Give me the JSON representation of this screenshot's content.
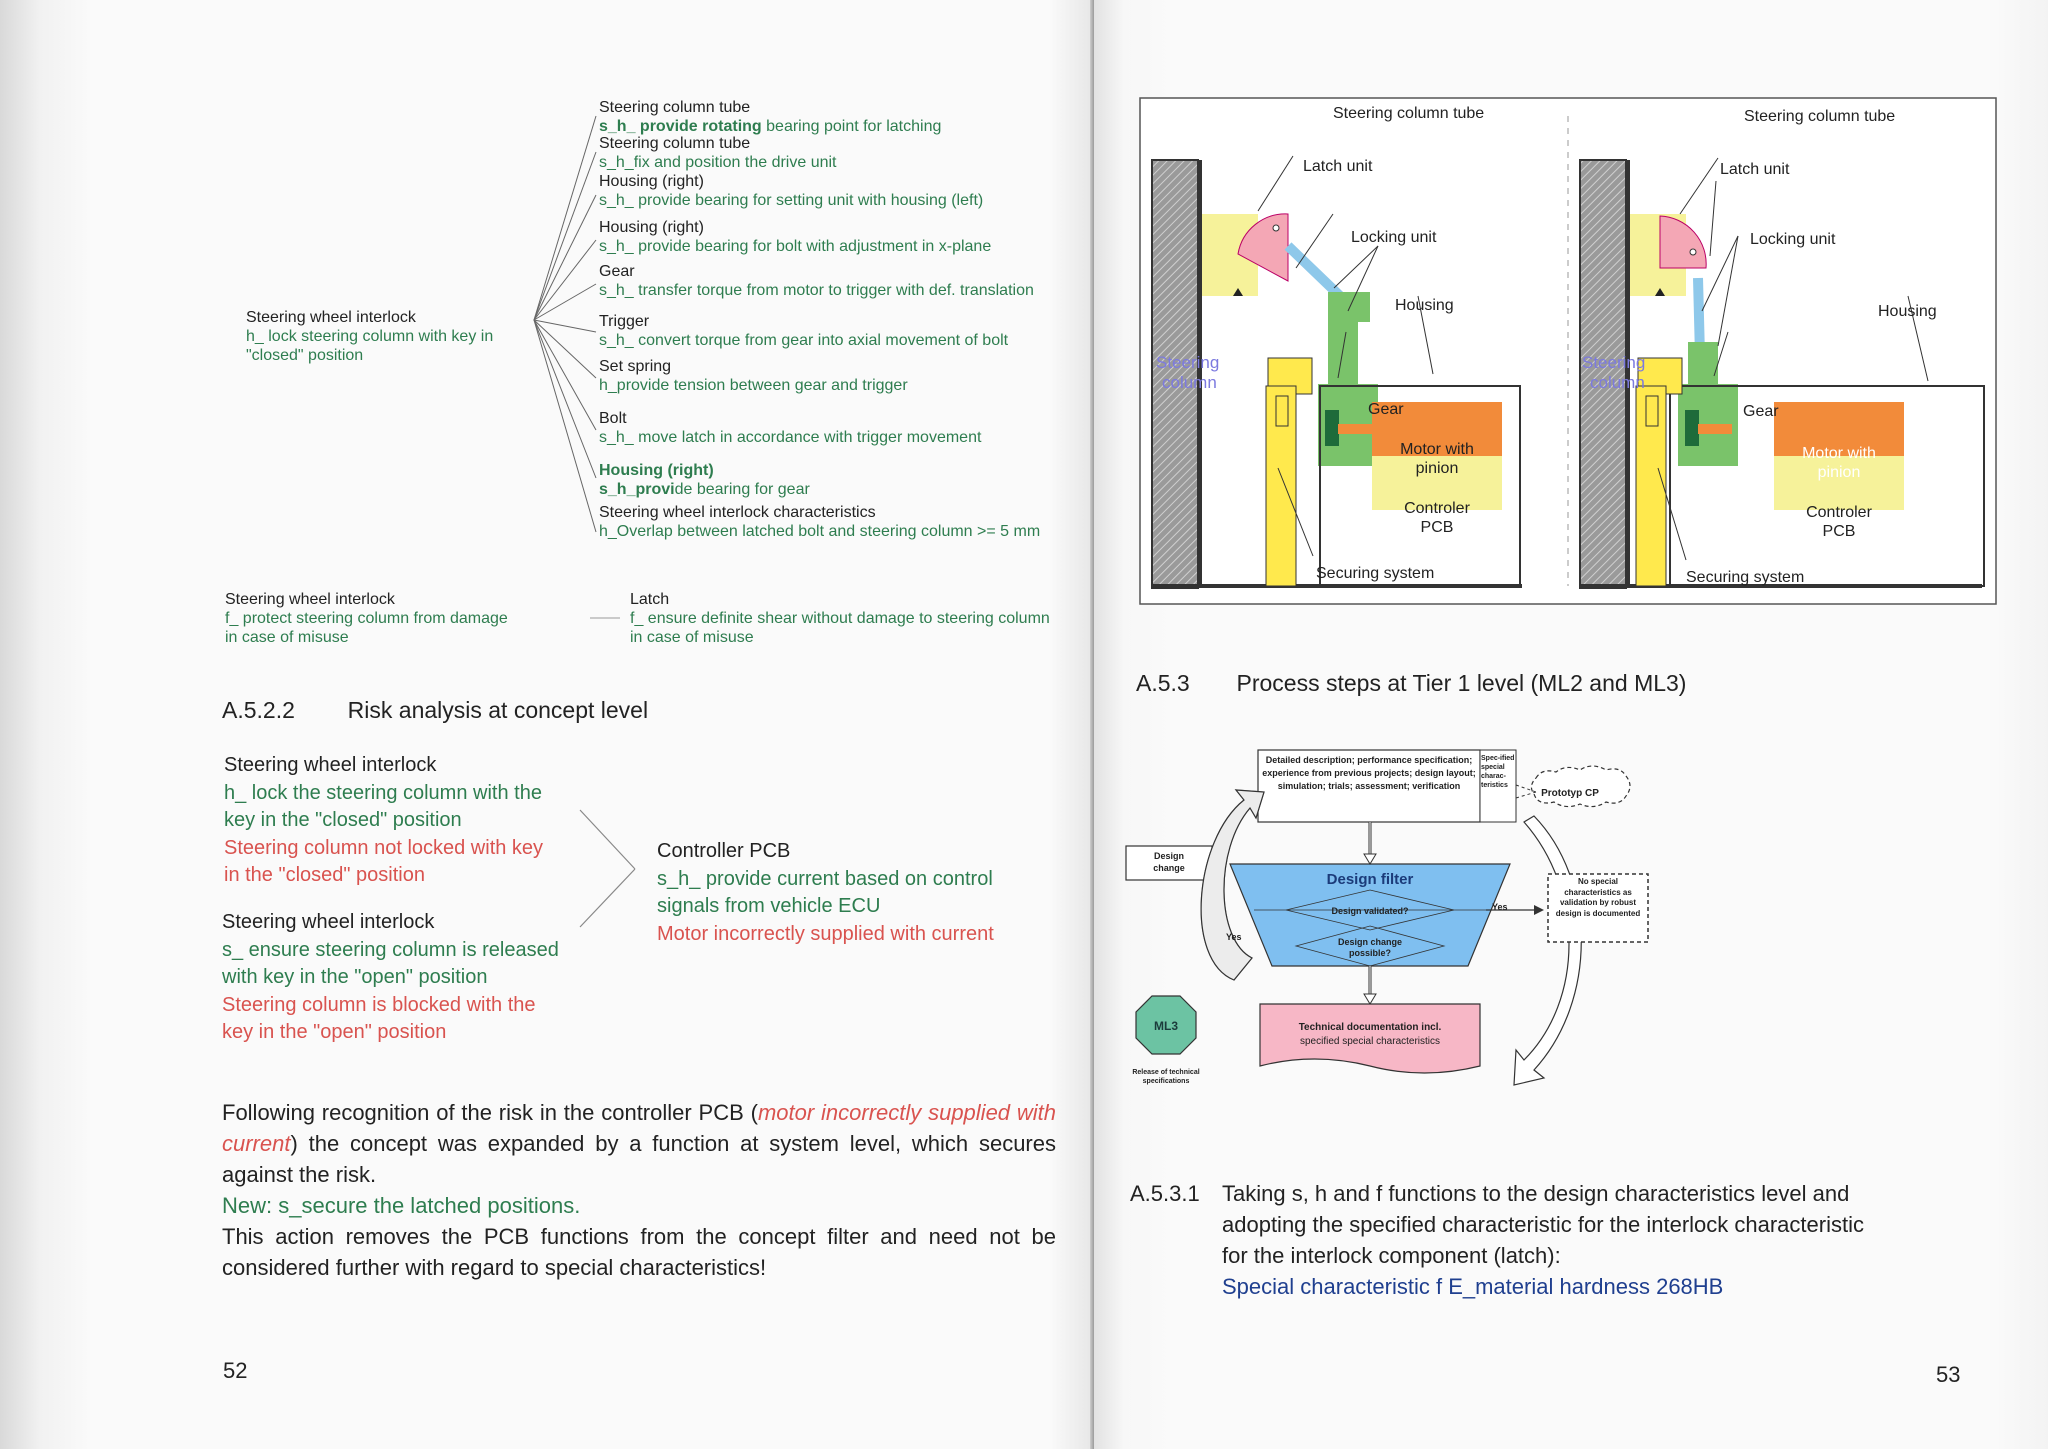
{
  "left": {
    "tree": {
      "root1": {
        "title": "Steering wheel interlock",
        "line1": "h_ lock steering column with key in",
        "line2": "\"closed\" position"
      },
      "branches": [
        {
          "title": "Steering column tube",
          "line_bold": "s_h_ provide rotating",
          "line_rest": " bearing point for latching"
        },
        {
          "title": "Steering column tube",
          "line": "s_h_fix and position the drive unit"
        },
        {
          "title": "Housing (right)",
          "line": "s_h_ provide bearing for setting unit with housing (left)"
        },
        {
          "title": "Housing (right)",
          "line": "s_h_ provide bearing for bolt with adjustment in x-plane"
        },
        {
          "title": "Gear",
          "line": "s_h_ transfer torque from motor to trigger with def. translation"
        },
        {
          "title": "Trigger",
          "line": "s_h_ convert torque from gear into axial movement of bolt"
        },
        {
          "title": "Set spring",
          "line": "h_provide tension between gear and trigger"
        },
        {
          "title": "Bolt",
          "line": "s_h_ move latch in accordance with trigger movement"
        },
        {
          "title": "Housing (right)",
          "line_bold": "s_h_provi",
          "line_rest": "de bearing for gear"
        },
        {
          "title": "Steering wheel interlock characteristics",
          "line": "h_Overlap between latched bolt and steering column >= 5 mm"
        }
      ],
      "root2": {
        "title": "Steering wheel interlock",
        "line1": "f_ protect steering column from damage",
        "line2": "in case of misuse"
      },
      "latch": {
        "title": "Latch",
        "line1": "f_ ensure definite shear without damage to steering column",
        "line2": "in case of misuse"
      }
    },
    "section": {
      "number": "A.5.2.2",
      "title": "Risk analysis at concept level"
    },
    "risk": {
      "block1": {
        "title": "Steering wheel interlock",
        "g1": "h_ lock the steering column with the",
        "g2": "key in the \"closed\" position",
        "r1": "Steering column not locked with key",
        "r2": "in the \"closed\" position"
      },
      "block2": {
        "title": "Steering wheel interlock",
        "g1": "s_ ensure steering column is released",
        "g2": "with key in the \"open\" position",
        "r1": "Steering column is blocked with the",
        "r2": "key in the \"open\" position"
      },
      "pcb": {
        "title": "Controller PCB",
        "g1": "s_h_ provide current based on control",
        "g2": "signals from vehicle ECU",
        "r1": "Motor incorrectly supplied with current"
      }
    },
    "para": {
      "p1a": "Following recognition of the risk in the controller PCB (",
      "p1_italic": "motor incorrectly supplied with current",
      "p1b": ") the concept was expanded by a function at system level, which secures against the risk.",
      "new": "New: s_secure the latched positions.",
      "p2": "This action removes the PCB functions from the concept filter and need not be considered further with regard to special characteristics!"
    },
    "page_number": "52"
  },
  "right": {
    "figure": {
      "left_panel": {
        "tube": "Steering column tube",
        "latch": "Latch unit",
        "locking": "Locking unit",
        "housing": "Housing",
        "column": "Steering column",
        "gear": "Gear",
        "motor": "Motor with pinion",
        "pcb": "Controler PCB",
        "securing": "Securing system"
      },
      "right_panel": {
        "tube": "Steering column tube",
        "latch": "Latch unit",
        "locking": "Locking unit",
        "housing": "Housing",
        "column": "Steering column",
        "gear": "Gear",
        "motor": "Motor with pinion",
        "pcb": "Controler PCB",
        "securing": "Securing system"
      }
    },
    "section": {
      "number": "A.5.3",
      "title": "Process steps at Tier 1 level (ML2 and ML3)"
    },
    "flow": {
      "top_box": "Detailed description; performance specification; experience from previous projects; design layout; simulation; trials; assessment; verification",
      "spec_box": "Spec-ified special charac-teristics",
      "prototyp": "Prototyp CP",
      "design_change": "Design change",
      "design_filter": "Design filter",
      "validated": "Design validated?",
      "change_possible": "Design change possible?",
      "yes_left": "Yes",
      "yes_right": "Yes",
      "no_special": "No special characteristics as validation by robust design is documented",
      "ml3": "ML3",
      "release": "Release of technical specifications",
      "tech_doc_bold": "Technical documentation incl.",
      "tech_doc_rest": "specified special characteristics"
    },
    "subsection": {
      "number": "A.5.3.1",
      "l1": "Taking s, h and f functions to the design characteristics level and",
      "l2": "adopting the specified characteristic for the interlock characteristic",
      "l3": "for the interlock component (latch):",
      "l4": "Special characteristic f E_material hardness 268HB"
    },
    "page_number": "53"
  }
}
